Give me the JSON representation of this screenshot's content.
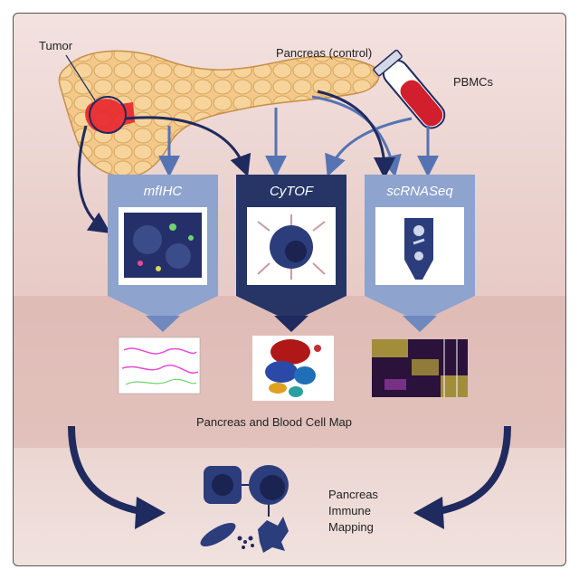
{
  "labels": {
    "tumor": "Tumor",
    "pancreas_control": "Pancreas (control)",
    "pbmcs": "PBMCs",
    "cell_map": "Pancreas and Blood Cell Map",
    "mapping_line1": "Pancreas",
    "mapping_line2": "Immune",
    "mapping_line3": "Mapping"
  },
  "panels": [
    {
      "title": "mfIHC"
    },
    {
      "title": "CyTOF"
    },
    {
      "title": "scRNASeq"
    }
  ],
  "colors": {
    "navy": "#1f2a5e",
    "panel_blue": "#8ea3cd",
    "panel_dark": "#263566",
    "tumor_red": "#e8232c",
    "pancreas": "#f2c98a",
    "blood": "#d11f2e"
  },
  "icons": [
    "pancreas-organ",
    "tumor-region",
    "blood-tube",
    "microscopy-image",
    "cytof-cell",
    "scrnaseq-tube",
    "histology-map",
    "tsne-plot",
    "heatmap",
    "immune-cells"
  ]
}
